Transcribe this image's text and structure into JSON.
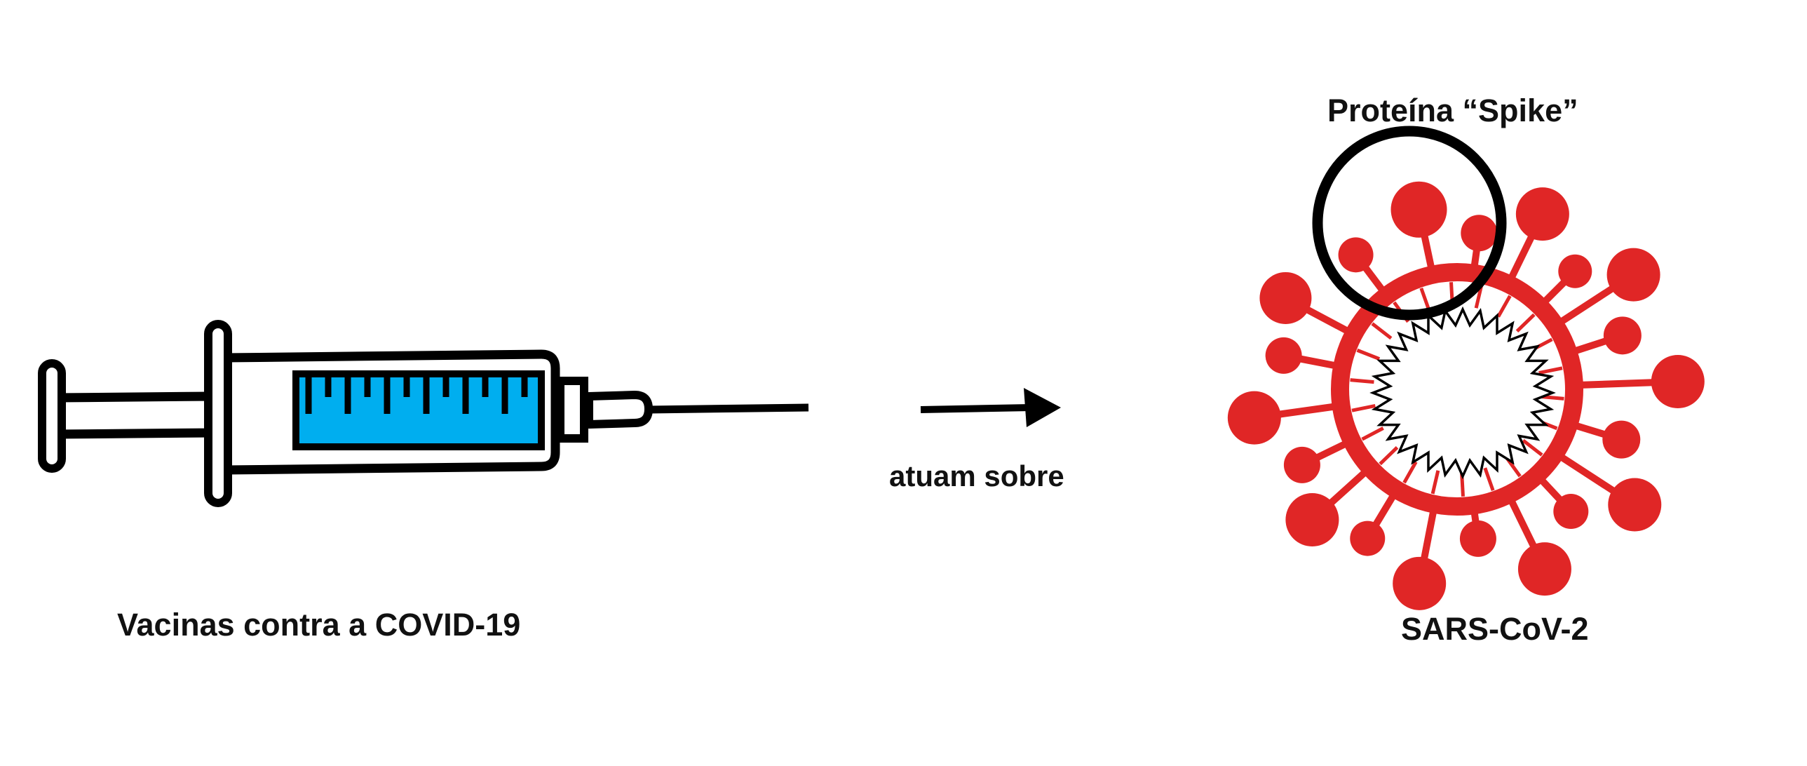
{
  "labels": {
    "vaccines": "Vacinas contra a COVID-19",
    "action": "atuam sobre",
    "spike": "Proteína “Spike”",
    "virus": "SARS-CoV-2"
  },
  "colors": {
    "outline": "#000000",
    "vaccine_liquid": "#00aeef",
    "virus": "#e02626",
    "background": "#ffffff"
  },
  "icons": [
    "syringe-icon",
    "arrow-right-icon",
    "virus-icon",
    "highlight-circle-icon"
  ]
}
